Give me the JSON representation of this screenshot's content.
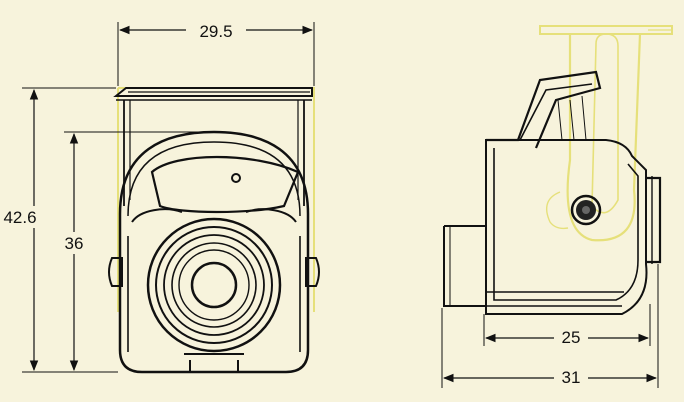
{
  "drawing": {
    "dimensions": {
      "front_width": "29.5",
      "front_height_total": "42.6",
      "front_height_body": "36",
      "side_width_inner": "25",
      "side_width_total": "31"
    },
    "colors": {
      "background": "#f7f3dc",
      "line": "#111111",
      "highlight": "#e6e07a"
    }
  }
}
